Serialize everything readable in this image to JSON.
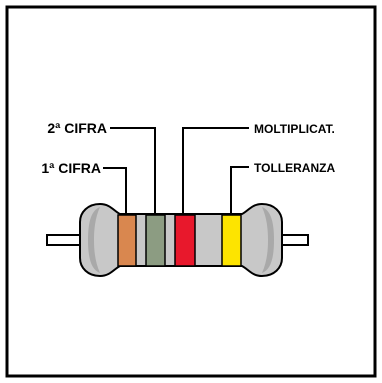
{
  "labels": {
    "second_digit": "2ª CIFRA",
    "first_digit": "1ª CIFRA",
    "multiplier": "MOLTIPLICAT.",
    "tolerance": "TOLLERANZA"
  },
  "colors": {
    "frame": "#000000",
    "body": "#c8c8c8",
    "body_shade": "#a9a9a9",
    "band_first_digit": "#d9874f",
    "band_second_digit": "#8c9c82",
    "band_multiplier": "#e8182c",
    "band_tolerance": "#fde400"
  }
}
